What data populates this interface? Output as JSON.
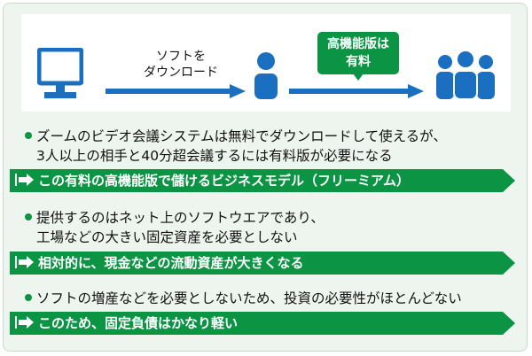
{
  "diagram": {
    "step_label_lines": [
      "ソフトを",
      "ダウンロード"
    ],
    "callout_lines": [
      "高機能版は",
      "有料"
    ],
    "icons": [
      "monitor-icon",
      "person-icon",
      "group-icon",
      "arrow-right-icon"
    ],
    "colors": {
      "accent": "#0b9444",
      "icon": "#1a6fc0",
      "panel_bg": "#eef5ee"
    }
  },
  "points": [
    {
      "lines": [
        "ズームのビデオ会議システムは無料でダウンロードして使えるが、",
        "3人以上の相手と40分超会議するには有料版が必要になる"
      ],
      "conclusion": "この有料の高機能版で儲けるビジネスモデル（フリーミアム）"
    },
    {
      "lines": [
        "提供するのはネット上のソフトウエアであり、",
        "工場などの大きい固定資産を必要としない"
      ],
      "conclusion": "相対的に、現金などの流動資産が大きくなる"
    },
    {
      "lines": [
        "ソフトの増産などを必要としないため、投資の必要性がほとんどない"
      ],
      "conclusion": "このため、固定負債はかなり軽い"
    }
  ]
}
